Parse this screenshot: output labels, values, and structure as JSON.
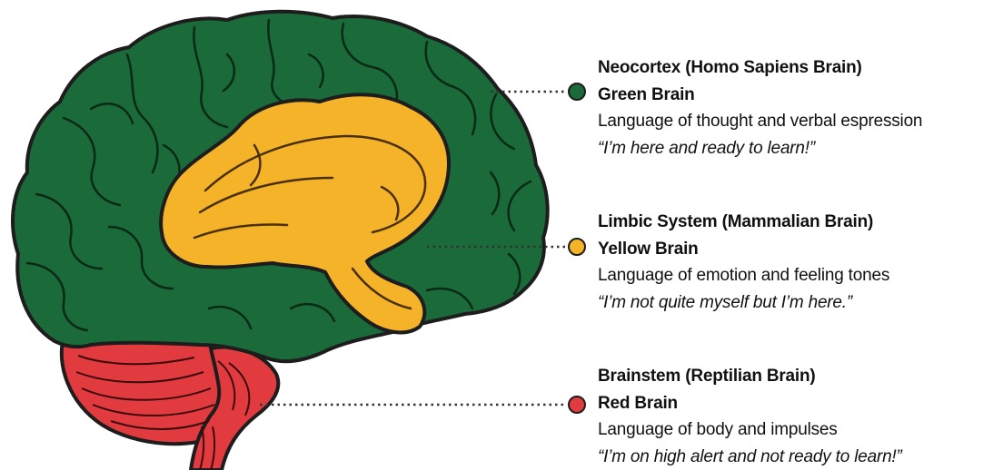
{
  "colors": {
    "green": "#1a6a3a",
    "yellow": "#f5b32a",
    "red": "#e13a3f",
    "outline": "#1d1d1d"
  },
  "regions": [
    {
      "id": "neocortex",
      "title": "Neocortex (Homo Sapiens Brain)",
      "name": "Green Brain",
      "description": "Language of thought and verbal espression",
      "quote": "“I’m here and ready to learn!”",
      "color": "#1a6a3a"
    },
    {
      "id": "limbic",
      "title": "Limbic System (Mammalian Brain)",
      "name": "Yellow Brain",
      "description": "Language of emotion and feeling tones",
      "quote": "“I’m not quite myself but I’m here.”",
      "color": "#f5b32a"
    },
    {
      "id": "brainstem",
      "title": "Brainstem (Reptilian Brain)",
      "name": "Red Brain",
      "description": "Language of body and impulses",
      "quote": "“I’m on high alert and not ready to learn!”",
      "color": "#e13a3f"
    }
  ]
}
